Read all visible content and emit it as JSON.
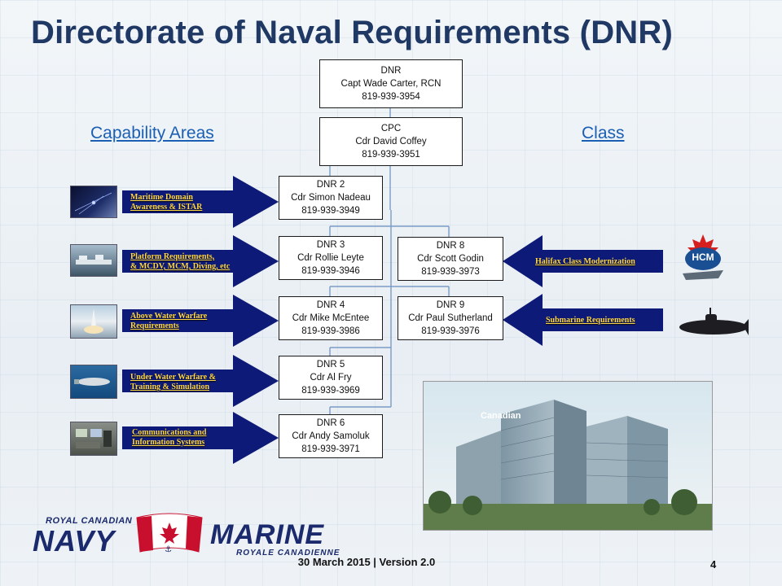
{
  "title": "Directorate of Naval Requirements (DNR)",
  "left_heading": "Capability Areas",
  "right_heading": "Class",
  "org_boxes": {
    "dnr": {
      "line1": "DNR",
      "line2": "Capt Wade Carter, RCN",
      "line3": "819-939-3954"
    },
    "cpc": {
      "line1": "CPC",
      "line2": "Cdr David Coffey",
      "line3": "819-939-3951"
    },
    "dnr2": {
      "line1": "DNR 2",
      "line2": "Cdr Simon Nadeau",
      "line3": "819-939-3949"
    },
    "dnr3": {
      "line1": "DNR 3",
      "line2": "Cdr Rollie Leyte",
      "line3": "819-939-3946"
    },
    "dnr4": {
      "line1": "DNR 4",
      "line2": "Cdr Mike McEntee",
      "line3": "819-939-3986"
    },
    "dnr5": {
      "line1": "DNR 5",
      "line2": "Cdr Al Fry",
      "line3": "819-939-3969"
    },
    "dnr6": {
      "line1": "DNR 6",
      "line2": "Cdr Andy Samoluk",
      "line3": "819-939-3971"
    },
    "dnr8": {
      "line1": "DNR 8",
      "line2": "Cdr Scott Godin",
      "line3": "819-939-3973"
    },
    "dnr9": {
      "line1": "DNR 9",
      "line2": "Cdr Paul Sutherland",
      "line3": "819-939-3976"
    }
  },
  "capability_banners": [
    {
      "line1": "Maritime Domain",
      "line2": "Awareness & ISTAR"
    },
    {
      "line1": "Platform Requirements,",
      "line2": "& MCDV, MCM, Diving, etc"
    },
    {
      "line1": "Above Water Warfare",
      "line2": "Requirements"
    },
    {
      "line1": "Under Water Warfare &",
      "line2": "Training & Simulation"
    },
    {
      "line1": "Communications and",
      "line2": "Information Systems"
    }
  ],
  "class_banners": [
    {
      "label": "Halifax Class Modernization"
    },
    {
      "label": "Submarine Requirements"
    }
  ],
  "hcm_logo_text": "HCM",
  "building_sign": "Canadian",
  "logo": {
    "navy_top": "ROYAL CANADIAN",
    "navy_main": "NAVY",
    "marine_main": "MARINE",
    "marine_sub": "ROYALE CANADIENNE"
  },
  "footer": {
    "date_version": "30 March 2015 | Version  2.0",
    "page_number": "4"
  },
  "colors": {
    "title": "#1f3864",
    "banner": "#0e1a78",
    "banner_text": "#ffd84a",
    "link": "#1a5fb4",
    "connector": "#7a9cc6"
  }
}
